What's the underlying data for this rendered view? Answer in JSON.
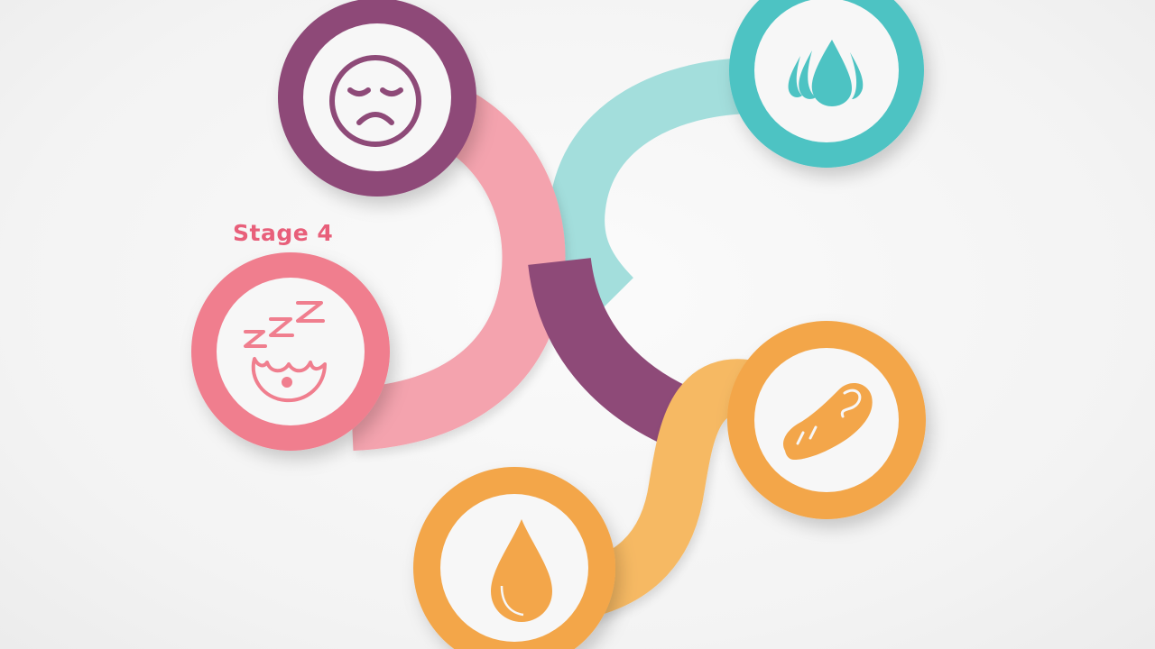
{
  "labels": {
    "stage4": "Stage 4"
  },
  "colors": {
    "background": "#f4f4f4",
    "purple": "#8e4a78",
    "purple_dark": "#6f355c",
    "pink": "#f07e8e",
    "pink_light": "#f4a3ae",
    "teal": "#4dc3c3",
    "teal_light": "#a3dedc",
    "orange": "#f3a64a",
    "orange_light": "#f6b964",
    "label_pink": "#e85f7a",
    "inner_circle": "#f7f7f7"
  },
  "nodes": [
    {
      "id": "sad-face",
      "icon": "sad-face-icon",
      "color": "purple"
    },
    {
      "id": "water-drops",
      "icon": "water-drops-icon",
      "color": "teal"
    },
    {
      "id": "sleeping",
      "icon": "sleeping-zzz-icon",
      "color": "pink"
    },
    {
      "id": "bread",
      "icon": "bread-icon",
      "color": "orange"
    },
    {
      "id": "drop",
      "icon": "blood-drop-icon",
      "color": "orange"
    }
  ]
}
